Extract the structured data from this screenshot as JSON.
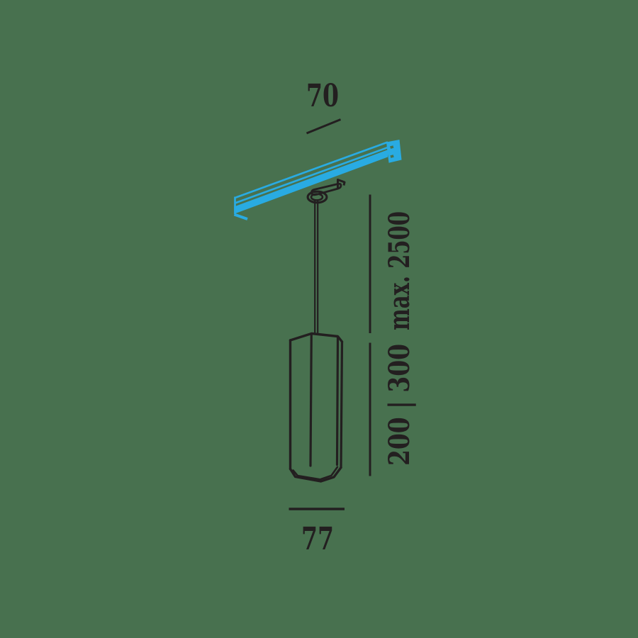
{
  "drawing": {
    "title": "pendant-track-luminaire-dimension-drawing",
    "labels": {
      "top_width": "70",
      "bottom_width": "77",
      "suspension_max": "max. 2500",
      "body_height_options": "200 | 300"
    },
    "colors": {
      "background": "#48714F",
      "track_blue": "#29ABE2",
      "line_black": "#231F20"
    },
    "parts": [
      "track-rail",
      "track-adapter",
      "suspension-cable",
      "pendant-body"
    ]
  }
}
